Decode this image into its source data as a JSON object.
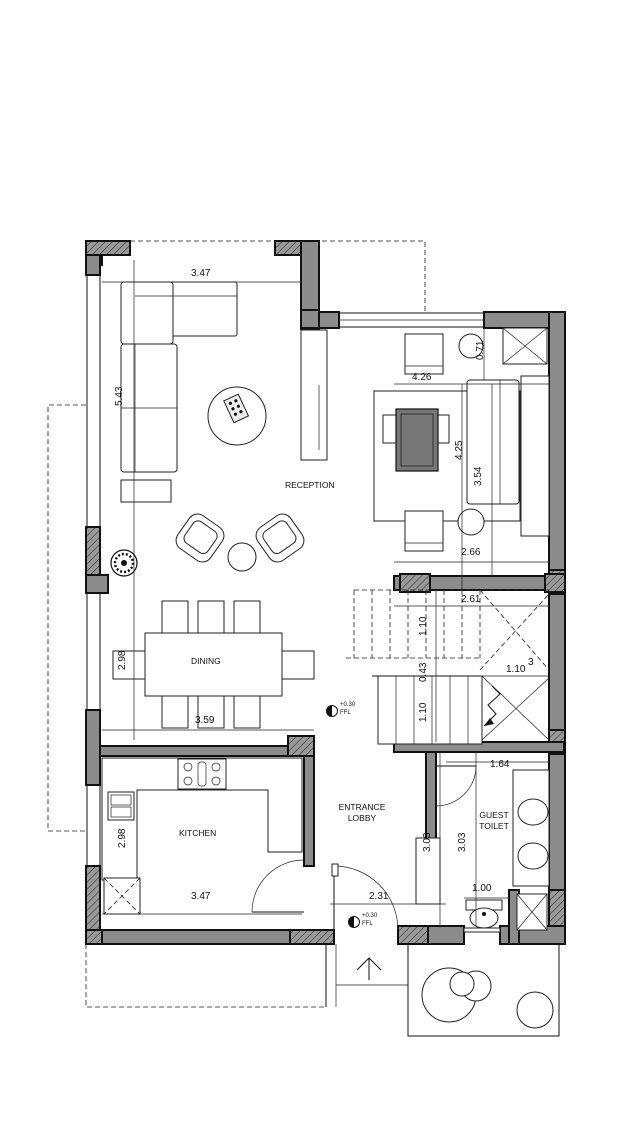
{
  "rooms": {
    "reception": "RECEPTION",
    "dining": "DINING",
    "kitchen": "KITCHEN",
    "entrance_line1": "ENTRANCE",
    "entrance_line2": "LOBBY",
    "guest_line1": "GUEST",
    "guest_line2": "TOILET"
  },
  "dimensions": {
    "reception_width": "3.47",
    "reception_length": "5.43",
    "seating_width": "4.26",
    "seating_depth": "4.25",
    "sofa_length": "3.54",
    "stair_top_width": "2.66",
    "stair_width": "2.61",
    "stair_flight_1": "1.10",
    "stair_landing": "0.43",
    "stair_flight_2": "1.10",
    "stair_side": "1.10",
    "stair_side_b": "3",
    "recess": "0.71",
    "dining_width": "3.59",
    "dining_depth": "2.98",
    "toilet_width": "1.64",
    "kitchen_depth": "2.98",
    "kitchen_width": "3.47",
    "lobby_width": "2.31",
    "lobby_depth_a": "3.03",
    "lobby_depth_b": "3.03",
    "toilet_depth": "1.00"
  },
  "levels": {
    "level_1_value": "+0.30",
    "level_1_unit": "FFL",
    "level_2_value": "+0.30",
    "level_2_unit": "FFL"
  },
  "icons": [
    "level-marker-icon",
    "entry-arrow-icon",
    "plant-icon",
    "stove-icon",
    "sink-icon",
    "toilet-icon"
  ]
}
